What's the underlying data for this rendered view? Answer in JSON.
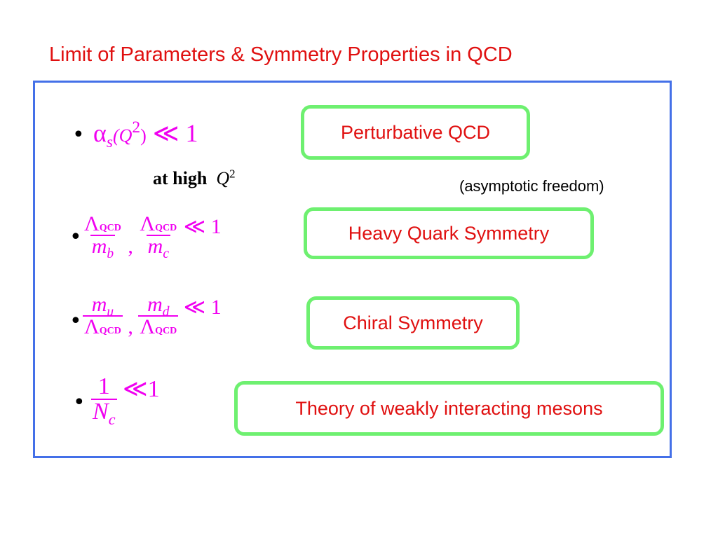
{
  "slide": {
    "title": "Limit of Parameters & Symmetry Properties in QCD",
    "colors": {
      "title": "#e01010",
      "frame": "#4470e8",
      "box_border": "#6ef070",
      "formula": "#f000f0"
    }
  },
  "items": [
    {
      "formula_alpha": "α",
      "formula_s": "s",
      "formula_Q": "(Q",
      "formula_sq": "2",
      "formula_close": ")",
      "formula_rel": "≪ 1",
      "condition_text": "at high",
      "condition_Q": "Q",
      "condition_sq": "2",
      "label": "Perturbative QCD",
      "note": "(asymptotic freedom)"
    },
    {
      "lambda": "Λ",
      "qcd": "QCD",
      "m": "m",
      "sub_b": "b",
      "sub_c": "c",
      "comma": ",",
      "rel": "≪ 1",
      "label": "Heavy Quark Symmetry"
    },
    {
      "m": "m",
      "sub_u": "u",
      "sub_d": "d",
      "lambda": "Λ",
      "qcd": "QCD",
      "comma": ",",
      "rel": "≪ 1",
      "label": "Chiral Symmetry"
    },
    {
      "num": "1",
      "N": "N",
      "sub_c": "c",
      "rel": "≪1",
      "label": "Theory of weakly interacting mesons"
    }
  ]
}
